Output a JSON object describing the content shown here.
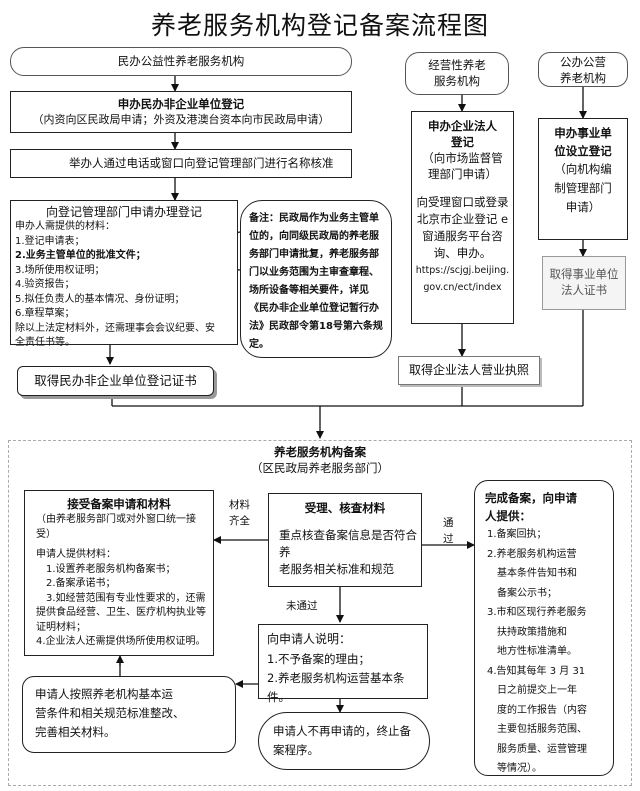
{
  "title": "养老服务机构登记备案流程图",
  "top": {
    "nonprofit_tag": "民办公益性养老服务机构",
    "commercial_tag_1": "经营性养老",
    "commercial_tag_2": "服务机构",
    "public_tag_1": "公办公营",
    "public_tag_2": "养老机构",
    "apply_nonprofit_title": "申办民办非企业单位登记",
    "apply_nonprofit_sub": "（内资向区民政局申请；外资及港澳台资本向市民政局申请）",
    "name_check": "举办人通过电话或窗口向登记管理部门进行名称核准",
    "registration": {
      "title": "向登记管理部门申请办理登记",
      "lines": [
        "申办人需提供的材料：",
        "1.登记申请表；",
        "2.业务主管单位的批准文件；",
        "3.场所使用权证明；",
        "4.验资报告；",
        "5.拟任负责人的基本情况、身份证明；",
        "6.章程草案；",
        "除以上法定材料外，还需理事会会议纪要、安",
        "全责任书等。"
      ]
    },
    "note": "备注：民政局作为业务主管单位的，向同级民政局的养老服务部门申请批复，养老服务部门以业务范围为主审查章程、场所设备等相关要件，详见《民办非企业单位登记暂行办法》民政部令第18号第六条规定。",
    "nonprofit_cert": "取得民办非企业单位登记证书",
    "enterprise": {
      "title_1": "申办企业法人",
      "title_2": "登记",
      "sub_lines": [
        "（向市场监督管",
        "理部门申请）"
      ],
      "body_lines": [
        "向受理窗口或登录",
        "北京市企业登记 e",
        "窗通服务平台咨",
        "询、申办。"
      ],
      "url_lines": [
        "https://scjgj.beijing.",
        "gov.cn/ect/index"
      ]
    },
    "enterprise_cert": "取得企业法人营业执照",
    "public_inst": {
      "title_lines": [
        "申办事业单",
        "位设立登记"
      ],
      "sub_lines": [
        "（向机构编",
        "制管理部门",
        "申请）"
      ]
    },
    "public_cert_lines": [
      "取得事业单位",
      "法人证书"
    ]
  },
  "filing": {
    "title": "养老服务机构备案",
    "subtitle": "（区民政局养老服务部门）",
    "accept": {
      "title": "接受备案申请和材料",
      "sub_lines": [
        "（由养老服务部门或对外窗口统一接",
        "受）"
      ],
      "lines": [
        "申请人提供材料：",
        "1.设置养老服务机构备案书；",
        "2.备案承诺书；",
        "3.如经营范围有专业性要求的，还需",
        "提供食品经营、卫生、医疗机构执业等",
        "证明材料；",
        "4.企业法人还需提供场所使用权证明。"
      ]
    },
    "materials_ok_1": "材料",
    "materials_ok_2": "齐全",
    "review": {
      "title": "受理、核查材料",
      "lines": [
        "重点核查备案信息是否符合养",
        "老服务相关标准和规范"
      ]
    },
    "passed_1": "通",
    "passed_2": "过",
    "not_passed": "未通过",
    "done": {
      "title_lines": [
        "完成备案，向申请",
        "人提供："
      ],
      "lines": [
        "1.备案回执；",
        "2.养老服务机构运营",
        "基本条件告知书和",
        "备案公示书；",
        "3.市和区现行养老服务",
        "扶持政策措施和",
        "地方性标准清单。",
        "4.告知其每年 3 月 31",
        "日之前提交上一年",
        "度的工作报告（内容",
        "主要包括服务范围、",
        "服务质量、运营管理",
        "等情况）。"
      ]
    },
    "explain": {
      "title": "向申请人说明：",
      "lines": [
        "1.不予备案的理由；",
        "2.养老服务机构运营基本条件。"
      ]
    },
    "rectify_lines": [
      "申请人按照养老机构基本运",
      "营条件和相关规范标准整改、",
      "完善相关材料。"
    ],
    "terminate_lines": [
      "申请人不再申请的，终止备",
      "案程序。"
    ]
  }
}
